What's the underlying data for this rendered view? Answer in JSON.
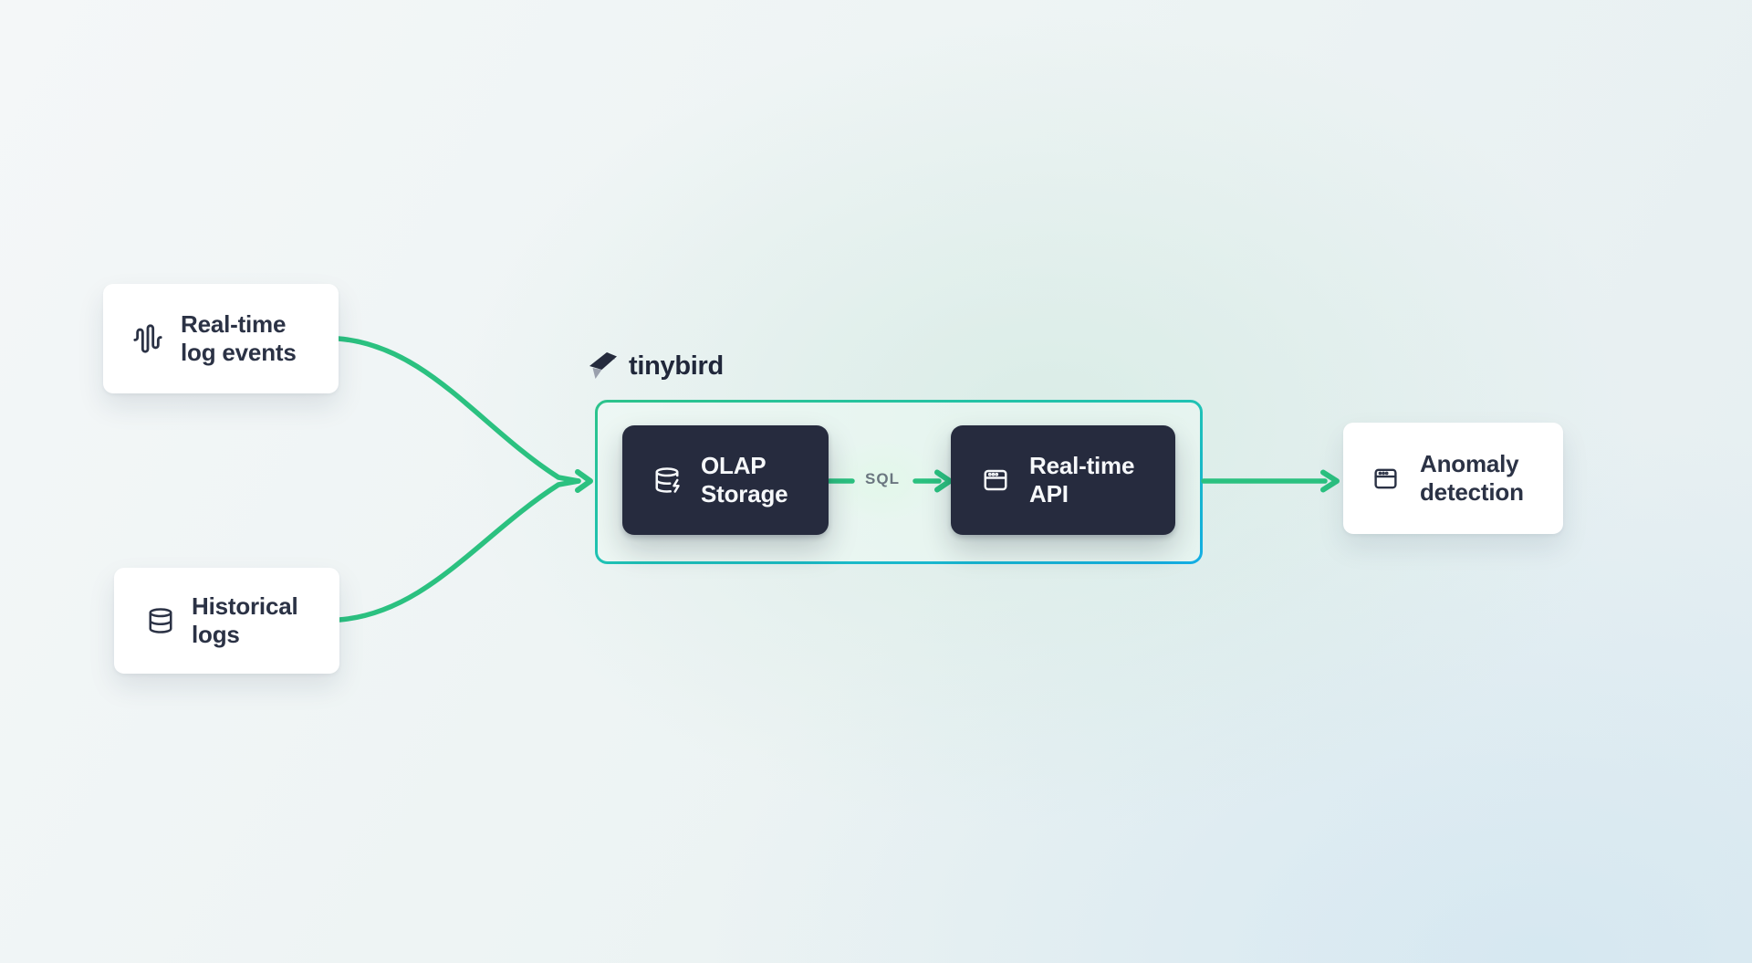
{
  "theme": {
    "accent_green": "#2bc180",
    "container_border_start": "#2cc38b",
    "container_border_mid": "#1fc2b4",
    "container_border_end": "#14aee4",
    "container_fill": "rgba(240,251,245,0.50)",
    "dark_node_bg": "#262b3e",
    "dark_node_text": "#f6f8fa",
    "light_node_bg": "#ffffff",
    "light_node_text": "#2b3245",
    "sql_label_color": "#6b7680",
    "platform_label_color": "#20273a"
  },
  "platform": {
    "name": "tinybird"
  },
  "nodes": {
    "realtime_logs": {
      "label": "Real-time\nlog events",
      "icon": "audio-waveform"
    },
    "historical_logs": {
      "label": "Historical\nlogs",
      "icon": "database"
    },
    "olap_storage": {
      "label": "OLAP\nStorage",
      "icon": "database-zap"
    },
    "realtime_api": {
      "label": "Real-time\nAPI",
      "icon": "app-window"
    },
    "anomaly_detection": {
      "label": "Anomaly\ndetection",
      "icon": "app-window"
    }
  },
  "edges": {
    "sql_label": "SQL"
  }
}
